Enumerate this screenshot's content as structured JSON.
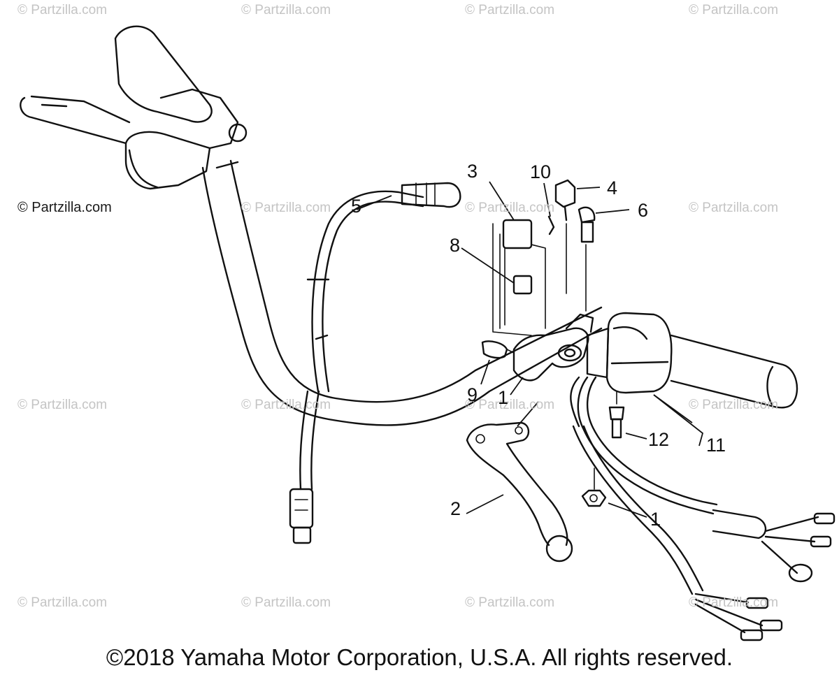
{
  "watermark": {
    "text": "© Partzilla.com",
    "featured_text": "© Partzilla.com"
  },
  "callouts": {
    "n1a": "1",
    "n1b": "1",
    "n2": "2",
    "n3": "3",
    "n4": "4",
    "n5": "5",
    "n6": "6",
    "n8": "8",
    "n9": "9",
    "n10": "10",
    "n11": "11",
    "n12": "12"
  },
  "footer": {
    "copyright": "©2018 Yamaha Motor Corporation, U.S.A. All rights reserved."
  }
}
